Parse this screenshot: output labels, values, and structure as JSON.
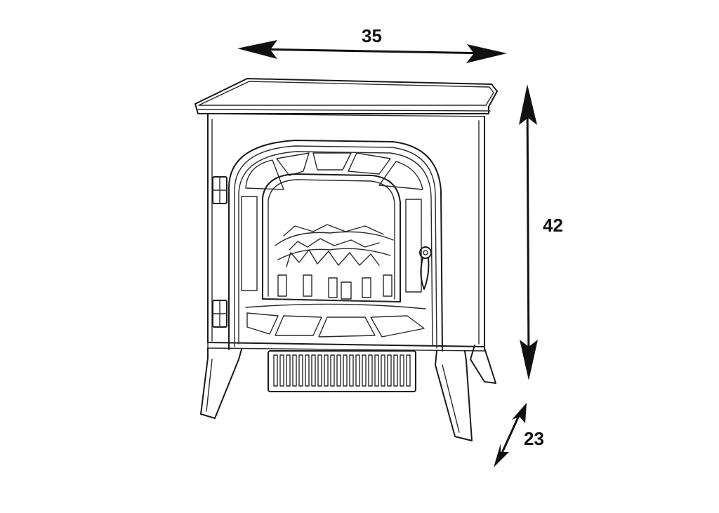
{
  "dimensions": {
    "width": "35",
    "height": "42",
    "depth": "23"
  },
  "colors": {
    "line": "#1a1a1a",
    "background": "#ffffff"
  }
}
